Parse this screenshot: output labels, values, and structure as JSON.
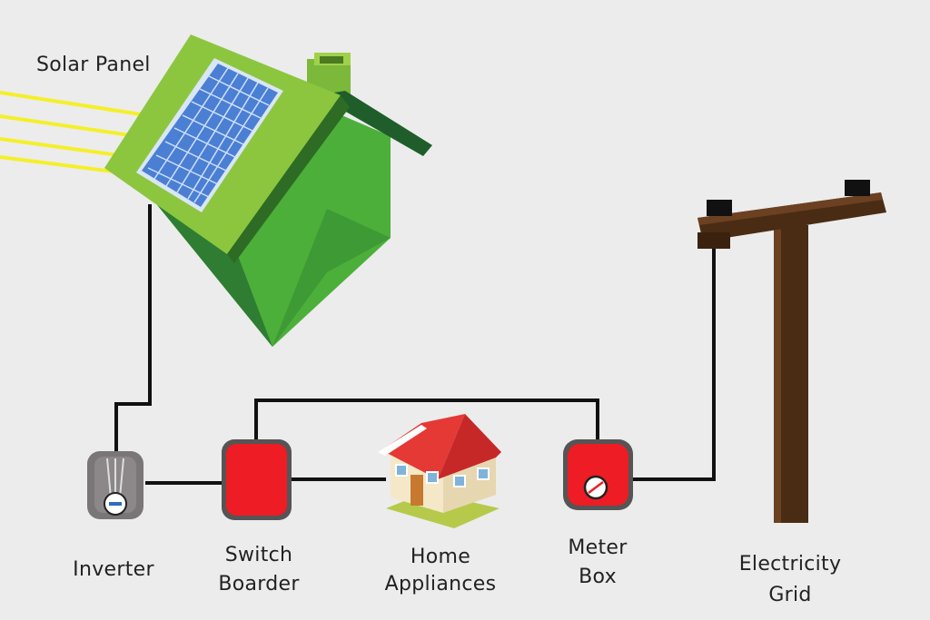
{
  "labels": {
    "solar_panel": "Solar Panel",
    "inverter": "Inverter",
    "switch_board_1": "Switch",
    "switch_board_2": "Boarder",
    "home_1": "Home",
    "home_2": "Appliances",
    "meter_1": "Meter",
    "meter_2": "Box",
    "grid_1": "Electricity",
    "grid_2": "Grid"
  },
  "colors": {
    "background": "#ececec",
    "roof_light": "#8cc63f",
    "house_green": "#4caf3a",
    "house_dark": "#2e7d32",
    "panel_blue": "#4a7fd4",
    "sun_ray": "#f5ef2a",
    "wire": "#111111",
    "red_box": "#ee1c25",
    "pole_brown": "#4a2c14",
    "home_roof": "#e53935"
  },
  "icons": [
    "sun-rays-icon",
    "solar-house-icon",
    "inverter-icon",
    "switch-board-icon",
    "home-icon",
    "meter-box-icon",
    "utility-pole-icon"
  ]
}
